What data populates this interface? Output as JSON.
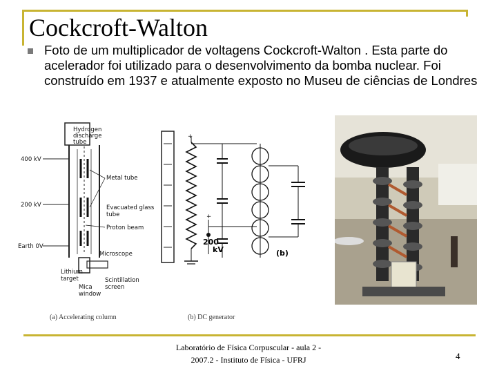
{
  "slide": {
    "title": "Cockcroft-Walton",
    "bullet_text": "Foto de um  multiplicador de voltagens Cockcroft-Walton . Esta parte do acelerador foi utilizado para o desenvolvimento da bomba nuclear. Foi construído em 1937 e atualmente exposto no Museu de ciências de Londres",
    "footer_line1": "Laboratório de Física Corpuscular  - aula 2 -",
    "footer_line2": "2007.2 -  Instituto de Física - UFRJ",
    "page_number": "4"
  },
  "diagram_a": {
    "hydrogen_label": [
      "Hydrogen",
      "discharge",
      "tube"
    ],
    "label_400kv": "400 kV",
    "label_200kv": "200 kV",
    "label_earth": "Earth 0V",
    "metal_tube": "Metal tube",
    "evacuated": [
      "Evacuated glass",
      "tube"
    ],
    "proton_beam": "Proton beam",
    "microscope": "Microscope",
    "lithium": [
      "Lithium",
      "target"
    ],
    "scintillation": [
      "Scintillation",
      "screen"
    ],
    "mica": [
      "Mica",
      "window"
    ],
    "caption": "(a)  Accelerating column"
  },
  "diagram_b": {
    "plus_top": "+",
    "plus_mid": "+",
    "label_200": "200",
    "label_kv": "kV",
    "label_b": "(b)",
    "caption": "(b)  DC generator"
  },
  "colors": {
    "accent": "#c8b432",
    "bullet": "#7a7a7a"
  }
}
